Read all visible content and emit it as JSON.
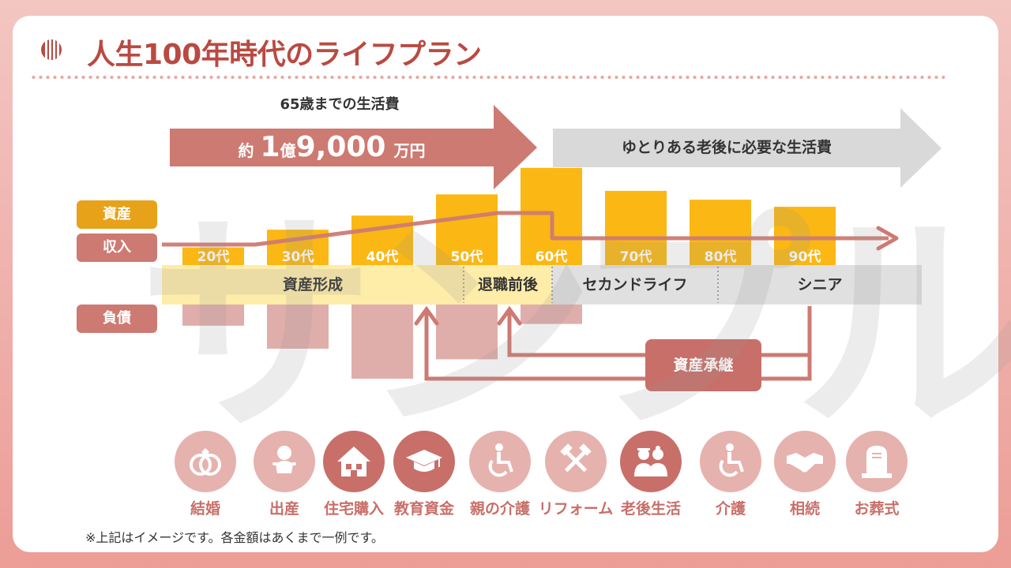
{
  "title": "人生100年時代のライフプラン",
  "cost_header": "65歳までの生活費",
  "cost": {
    "prefix": "約",
    "big1": "1",
    "unit1": "億",
    "big2": "9,000",
    "unit2": "万円"
  },
  "retirement_cost": "ゆとりある老後に必要な生活費",
  "labels": {
    "assets": "資産",
    "income": "収入",
    "debt": "負債"
  },
  "watermark": "サンプル",
  "colors": {
    "accent": "#b94a42",
    "arrow_pink": "#cd7a72",
    "arrow_grey": "#d9d9d9",
    "asset_bar": "#fbb713",
    "debt_bar": "#e0aeaa",
    "asset_label": "#e7a21a",
    "stage_yellow": "#feeaa2",
    "stage_grey": "#dddddd"
  },
  "chart_data": {
    "type": "bar",
    "categories": [
      "20代",
      "30代",
      "40代",
      "50代",
      "60代",
      "70代",
      "80代",
      "90代"
    ],
    "series": [
      {
        "name": "資産",
        "values": [
          1,
          2,
          2.8,
          4,
          5.5,
          4.2,
          3.7,
          3.3
        ]
      },
      {
        "name": "負債",
        "values": [
          -1.2,
          -2.5,
          -4.2,
          -3.1,
          -1.1,
          0,
          0,
          0
        ]
      },
      {
        "name": "収入",
        "values": [
          1.3,
          1.3,
          2.2,
          3.3,
          3.3,
          1.7,
          1.7,
          1.7
        ]
      }
    ]
  },
  "stages": [
    "資産形成",
    "退職前後",
    "セカンドライフ",
    "シニア"
  ],
  "inheritance": "資産承継",
  "events": [
    {
      "icon": "rings-icon",
      "label": "結婚",
      "bg": "#e6b2ae"
    },
    {
      "icon": "baby-icon",
      "label": "出産",
      "bg": "#e6b2ae"
    },
    {
      "icon": "house-icon",
      "label": "住宅購入",
      "bg": "#c86f69"
    },
    {
      "icon": "graduation-cap-icon",
      "label": "教育資金",
      "bg": "#c86f69"
    },
    {
      "icon": "wheelchair-icon",
      "label": "親の介護",
      "bg": "#e6b2ae"
    },
    {
      "icon": "tools-icon",
      "label": "リフォーム",
      "bg": "#e6b2ae"
    },
    {
      "icon": "elderly-couple-icon",
      "label": "老後生活",
      "bg": "#c86f69"
    },
    {
      "icon": "wheelchair-icon",
      "label": "介護",
      "bg": "#e6b2ae"
    },
    {
      "icon": "handshake-icon",
      "label": "相続",
      "bg": "#e6b2ae"
    },
    {
      "icon": "gravestone-icon",
      "label": "お葬式",
      "bg": "#e6b2ae"
    }
  ],
  "note": "※上記はイメージです。各金額はあくまで一例です。"
}
